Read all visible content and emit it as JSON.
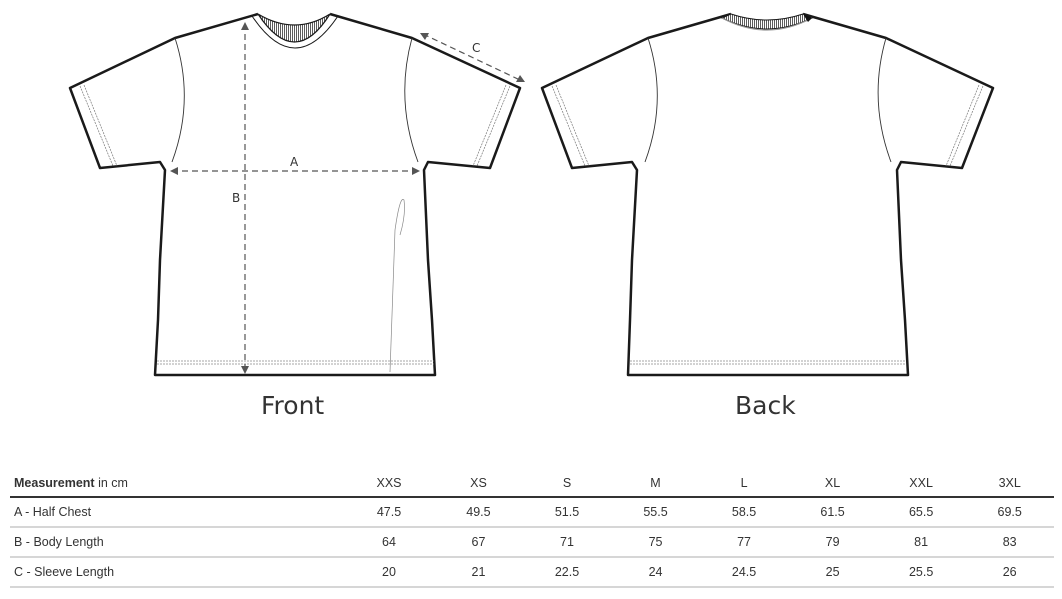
{
  "views": {
    "front_label": "Front",
    "back_label": "Back"
  },
  "dimension_markers": {
    "a": "A",
    "b": "B",
    "c": "C"
  },
  "table": {
    "header": {
      "measurement_bold": "Measurement",
      "measurement_unit": " in cm",
      "sizes": [
        "XXS",
        "XS",
        "S",
        "M",
        "L",
        "XL",
        "XXL",
        "3XL"
      ]
    },
    "rows": [
      {
        "label": "A - Half Chest",
        "values": [
          "47.5",
          "49.5",
          "51.5",
          "55.5",
          "58.5",
          "61.5",
          "65.5",
          "69.5"
        ]
      },
      {
        "label": "B - Body Length",
        "values": [
          "64",
          "67",
          "71",
          "75",
          "77",
          "79",
          "81",
          "83"
        ]
      },
      {
        "label": "C - Sleeve Length",
        "values": [
          "20",
          "21",
          "22.5",
          "24",
          "24.5",
          "25",
          "25.5",
          "26"
        ]
      }
    ]
  },
  "colors": {
    "outline": "#1a1a1a",
    "dimension_line": "#555555",
    "header_rule": "#333333",
    "row_rule": "#d6d6d6"
  }
}
